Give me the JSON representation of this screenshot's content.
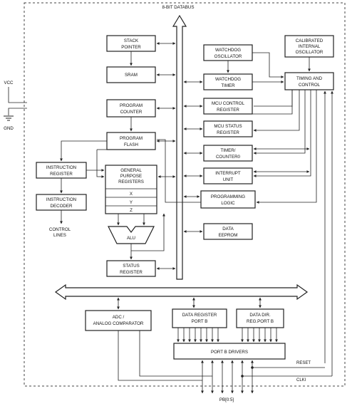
{
  "databus_label": "8-BIT DATABUS",
  "blocks": {
    "stack_pointer": [
      "STACK",
      "POINTER"
    ],
    "sram": [
      "SRAM"
    ],
    "program_counter": [
      "PROGRAM",
      "COUNTER"
    ],
    "program_flash": [
      "PROGRAM",
      "FLASH"
    ],
    "gp_registers": [
      "GENERAL",
      "PURPOSE",
      "REGISTERS"
    ],
    "reg_x": "X",
    "reg_y": "Y",
    "reg_z": "Z",
    "alu": "ALU",
    "status_register": [
      "STATUS",
      "REGISTER"
    ],
    "instruction_register": [
      "INSTRUCTION",
      "REGISTER"
    ],
    "instruction_decoder": [
      "INSTRUCTION",
      "DECODER"
    ],
    "control_lines": [
      "CONTROL",
      "LINES"
    ],
    "watchdog_oscillator": [
      "WATCHDOG",
      "OSCILLATOR"
    ],
    "watchdog_timer": [
      "WATCHDOG",
      "TIMER"
    ],
    "mcu_control_register": [
      "MCU CONTROL",
      "REGISTER"
    ],
    "mcu_status_register": [
      "MCU STATUS",
      "REGISTER"
    ],
    "timer_counter0": [
      "TIMER/",
      "COUNTER0"
    ],
    "interrupt_unit": [
      "INTERRUPT",
      "UNIT"
    ],
    "programming_logic": [
      "PROGRAMMING",
      "LOGIC"
    ],
    "data_eeprom": [
      "DATA",
      "EEPROM"
    ],
    "calibrated_oscillator": [
      "CALIBRATED",
      "INTERNAL",
      "OSCILLATOR"
    ],
    "timing_and_control": [
      "TIMING AND",
      "CONTROL"
    ],
    "adc": [
      "ADC /",
      "ANALOG COMPARATOR"
    ],
    "data_register_port_b": [
      "DATA REGISTER",
      "PORT B"
    ],
    "data_dir_reg_port_b": [
      "DATA DIR.",
      "REG.PORT B"
    ],
    "port_b_drivers": [
      "PORT B DRIVERS"
    ]
  },
  "pins": {
    "vcc": "VCC",
    "gnd": "GND",
    "reset": "RESET",
    "clki": "CLKI",
    "pb": "PB[0:5]"
  }
}
